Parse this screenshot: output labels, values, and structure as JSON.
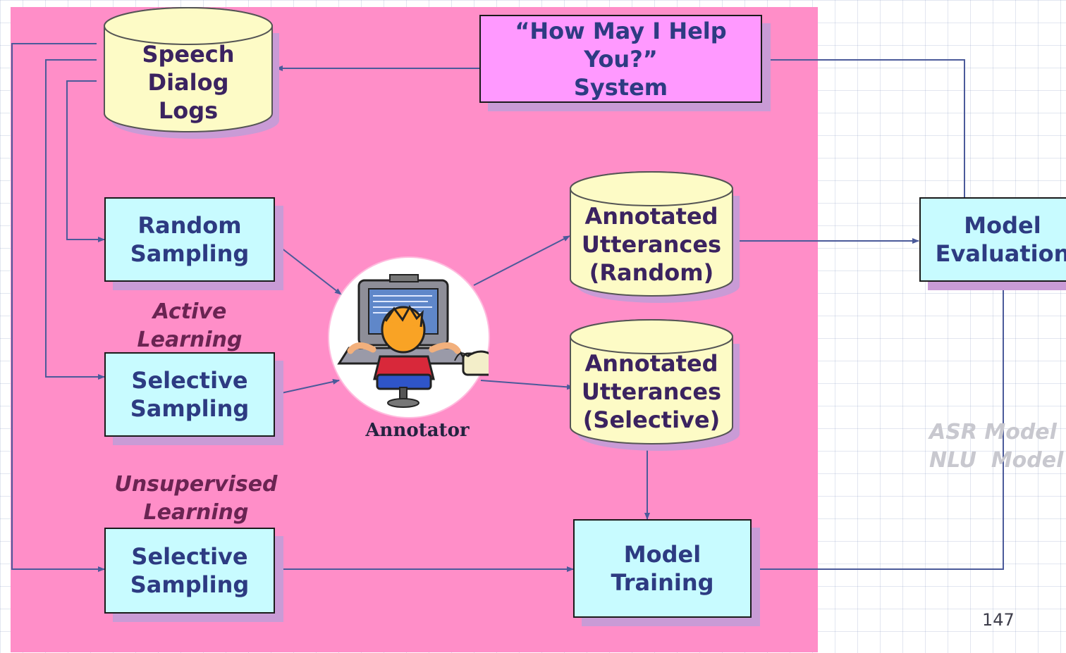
{
  "nodes": {
    "speech_logs": {
      "lines": [
        "Speech",
        "Dialog",
        "Logs"
      ]
    },
    "system": {
      "lines": [
        "“How May I Help You?”",
        "System"
      ]
    },
    "random_sampling": {
      "lines": [
        "Random",
        "Sampling"
      ]
    },
    "selective_sampling_active": {
      "lines": [
        "Selective",
        "Sampling"
      ]
    },
    "selective_sampling_unsupervised": {
      "lines": [
        "Selective",
        "Sampling"
      ]
    },
    "annotated_random": {
      "lines": [
        "Annotated",
        "Utterances",
        "(Random)"
      ]
    },
    "annotated_selective": {
      "lines": [
        "Annotated",
        "Utterances",
        "(Selective)"
      ]
    },
    "model_training": {
      "lines": [
        "Model",
        "Training"
      ]
    },
    "model_evaluation": {
      "lines": [
        "Model",
        "Evaluation"
      ]
    }
  },
  "labels": {
    "active_learning": [
      "Active",
      "Learning"
    ],
    "unsupervised_learning": [
      "Unsupervised",
      "Learning"
    ],
    "annotator": "Annotator",
    "models": [
      "ASR Model",
      "NLU  Model"
    ]
  },
  "page_number": "147",
  "colors": {
    "panel": "#ff8ec8",
    "process_box": "#c8fbff",
    "system_box": "#ff99ff",
    "cylinder": "#fdfbc6",
    "arrow": "#4b5a9a",
    "box_text": "#2d3b82"
  },
  "icons": {
    "annotator": "person-at-computer-icon"
  }
}
